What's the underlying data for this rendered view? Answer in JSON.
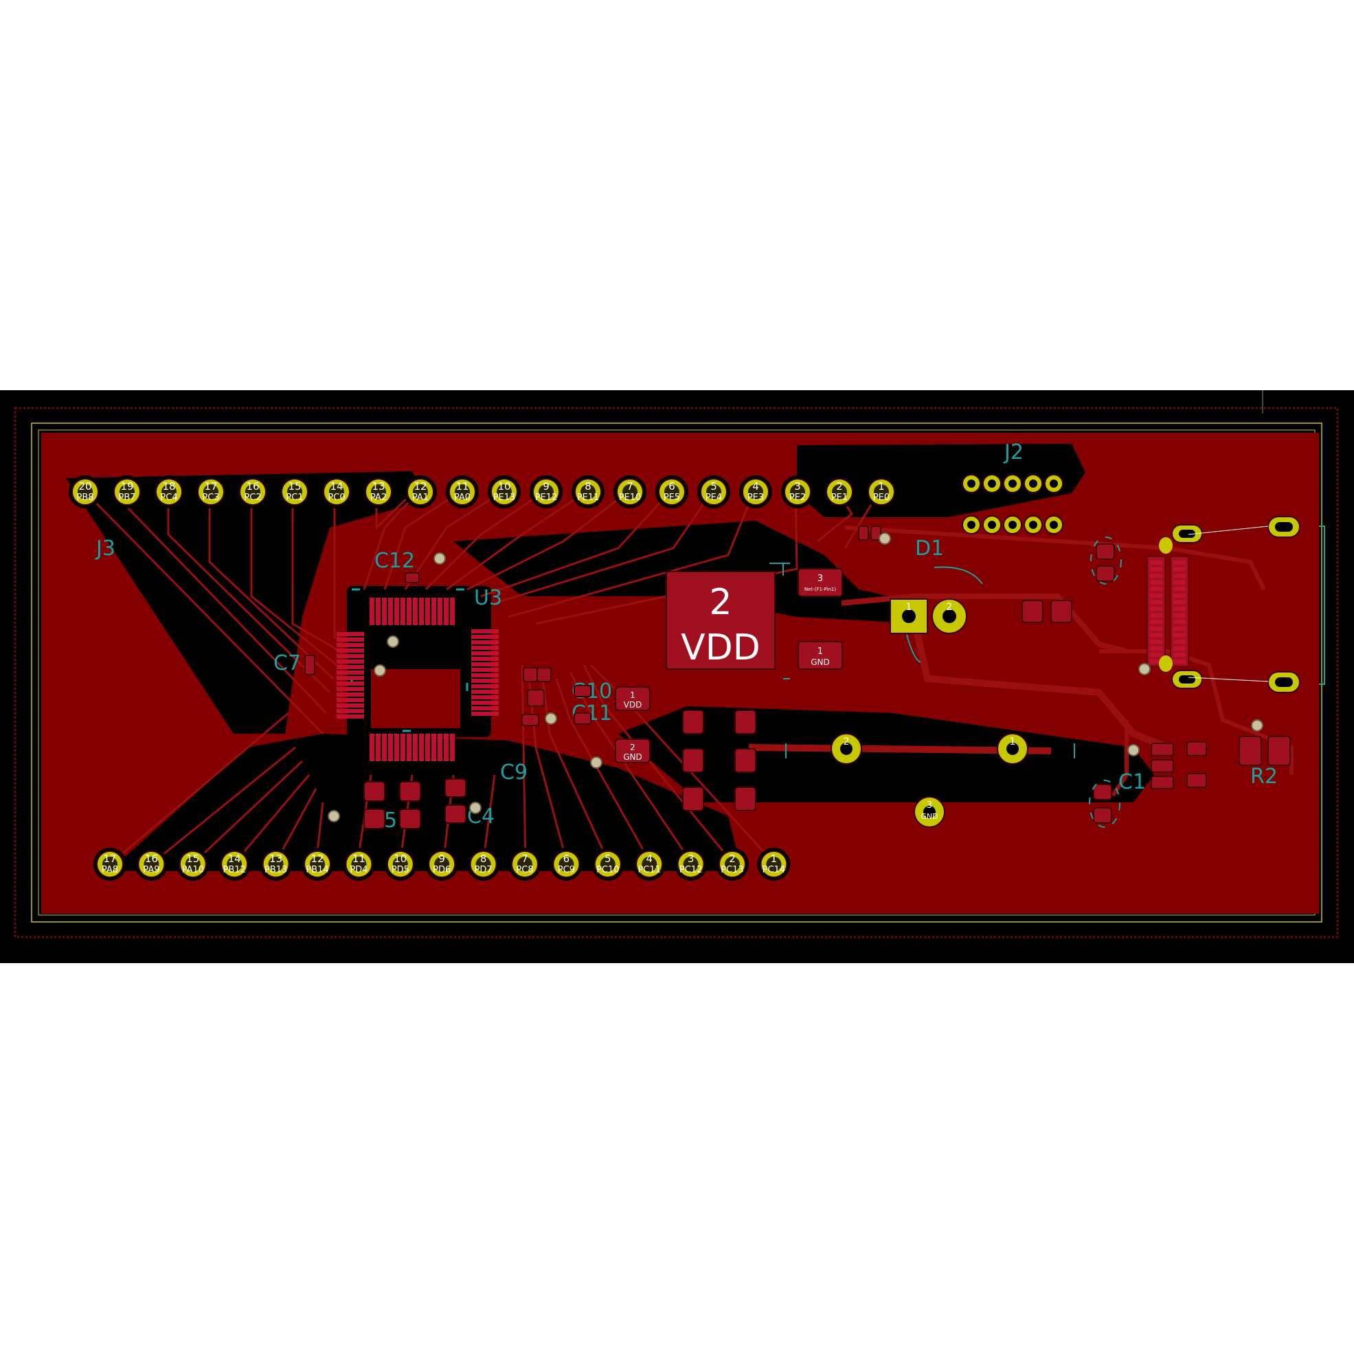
{
  "colors": {
    "background": "#000000",
    "copper": "#840000",
    "trace": "#9a1010",
    "silkscreen": "#1aa0a0",
    "pad": "#c8c800",
    "edge": "#c8c800",
    "keepout": "#6a0a0a"
  },
  "top_header": {
    "pins": [
      {
        "num": "20",
        "net": "PB8"
      },
      {
        "num": "19",
        "net": "PB7"
      },
      {
        "num": "18",
        "net": "PC4"
      },
      {
        "num": "17",
        "net": "PC3"
      },
      {
        "num": "16",
        "net": "PC2"
      },
      {
        "num": "15",
        "net": "PC1"
      },
      {
        "num": "14",
        "net": "PC0"
      },
      {
        "num": "13",
        "net": "PA2"
      },
      {
        "num": "12",
        "net": "PA1"
      },
      {
        "num": "11",
        "net": "PA0"
      },
      {
        "num": "10",
        "net": "PE13"
      },
      {
        "num": "9",
        "net": "PE12"
      },
      {
        "num": "8",
        "net": "PE11"
      },
      {
        "num": "7",
        "net": "PE10"
      },
      {
        "num": "6",
        "net": "PE5"
      },
      {
        "num": "5",
        "net": "PE4"
      },
      {
        "num": "4",
        "net": "PE3"
      },
      {
        "num": "3",
        "net": "PE2"
      },
      {
        "num": "2",
        "net": "PE1"
      },
      {
        "num": "1",
        "net": "PE0"
      }
    ]
  },
  "bottom_header": {
    "pins": [
      {
        "num": "17",
        "net": "PA8"
      },
      {
        "num": "16",
        "net": "PA9"
      },
      {
        "num": "15",
        "net": "PA10"
      },
      {
        "num": "14",
        "net": "PB12"
      },
      {
        "num": "13",
        "net": "PB13"
      },
      {
        "num": "12",
        "net": "PB14"
      },
      {
        "num": "11",
        "net": "PD4"
      },
      {
        "num": "10",
        "net": "PD5"
      },
      {
        "num": "9",
        "net": "PD6"
      },
      {
        "num": "8",
        "net": "PD7"
      },
      {
        "num": "7",
        "net": "PC8"
      },
      {
        "num": "6",
        "net": "PC9"
      },
      {
        "num": "5",
        "net": "PC10"
      },
      {
        "num": "4",
        "net": "PC11"
      },
      {
        "num": "3",
        "net": "PC12"
      },
      {
        "num": "2",
        "net": "PC13"
      },
      {
        "num": "1",
        "net": "PC14"
      }
    ]
  },
  "refdes": {
    "u3": "U3",
    "c12": "C12",
    "c7": "C7",
    "c9": "C9",
    "c4": "C4",
    "c5": "C5",
    "j2": "J2",
    "r2": "R2",
    "d1": "D1",
    "j3": "J3",
    "c11": "C11",
    "c10": "C10",
    "c1": "C1"
  },
  "pads": {
    "big_pad_num": "2",
    "big_pad_net": "VDD",
    "reg_pin3": "3",
    "reg_pin3_net": "Net-(F1-Pin1)",
    "reg_pin1": "1",
    "reg_pin1_net": "GND",
    "small_pin1": "1",
    "small_pin1_net": "VDD",
    "small_pin2": "2",
    "small_pin2_net": "GND",
    "conn_pin1": "1",
    "conn_pin2": "2",
    "mid_pin2": "2",
    "mid_pin1": "1",
    "gnd_pin": "3",
    "gnd_pin_net": "GND"
  }
}
